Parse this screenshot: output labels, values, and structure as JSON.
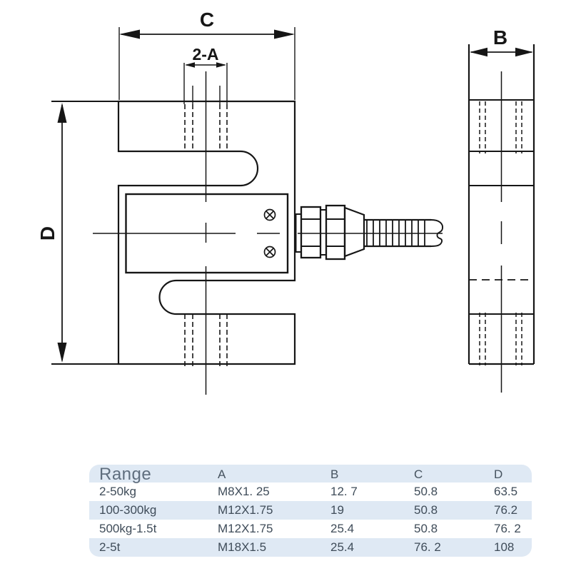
{
  "drawing": {
    "labels": {
      "top_width": "C",
      "holes": "2-A",
      "side_width": "B",
      "height": "D"
    },
    "line_color": "#161616"
  },
  "table": {
    "band_color": "#dfe9f4",
    "header": {
      "range": "Range",
      "a": "A",
      "b": "B",
      "c": "C",
      "d": "D"
    },
    "rows": [
      {
        "range": "2-50kg",
        "a": "M8X1. 25",
        "b": "12. 7",
        "c": "50.8",
        "d": "63.5"
      },
      {
        "range": "100-300kg",
        "a": "M12X1.75",
        "b": "19",
        "c": "50.8",
        "d": "76.2"
      },
      {
        "range": "500kg-1.5t",
        "a": "M12X1.75",
        "b": "25.4",
        "c": "50.8",
        "d": "76. 2"
      },
      {
        "range": "2-5t",
        "a": "M18X1.5",
        "b": "25.4",
        "c": "76. 2",
        "d": "108"
      }
    ]
  }
}
